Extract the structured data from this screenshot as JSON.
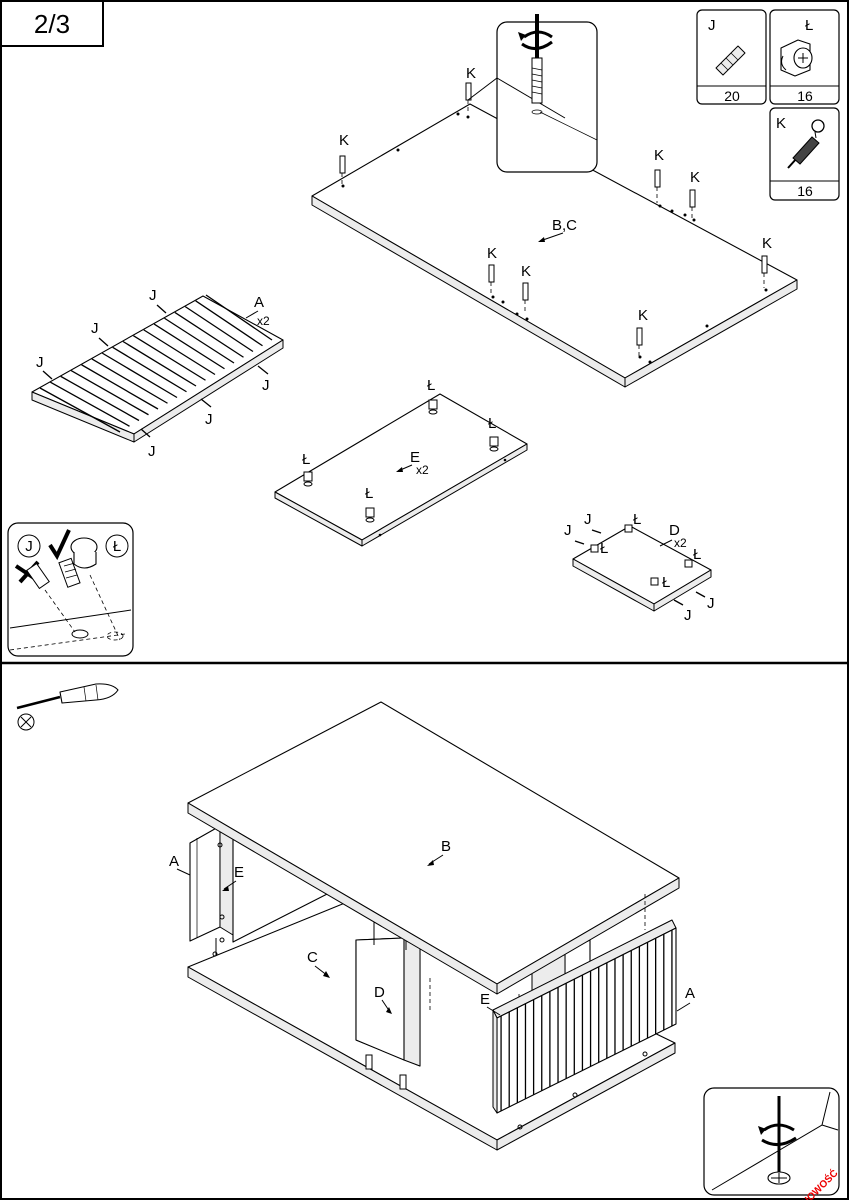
{
  "page": {
    "step": "2/3"
  },
  "parts": {
    "J": {
      "letter": "J",
      "qty": "20"
    },
    "L": {
      "letter": "Ł",
      "qty": "16"
    },
    "K": {
      "letter": "K",
      "qty": "16"
    }
  },
  "labels": {
    "bc": "B,C",
    "a": "A",
    "x2": "x2",
    "e": "E",
    "d": "D",
    "b": "B",
    "c": "C",
    "j": "J",
    "k": "K",
    "l": "Ł"
  },
  "detail": {
    "j_badge": "J",
    "l_badge": "Ł"
  },
  "corner_badge": "NOWOŚĆ",
  "icons": {
    "rotate": "rotate-arrow-icon",
    "screwdriver": "screwdriver-icon",
    "no_screwdriver": "no-power-tool-icon"
  }
}
